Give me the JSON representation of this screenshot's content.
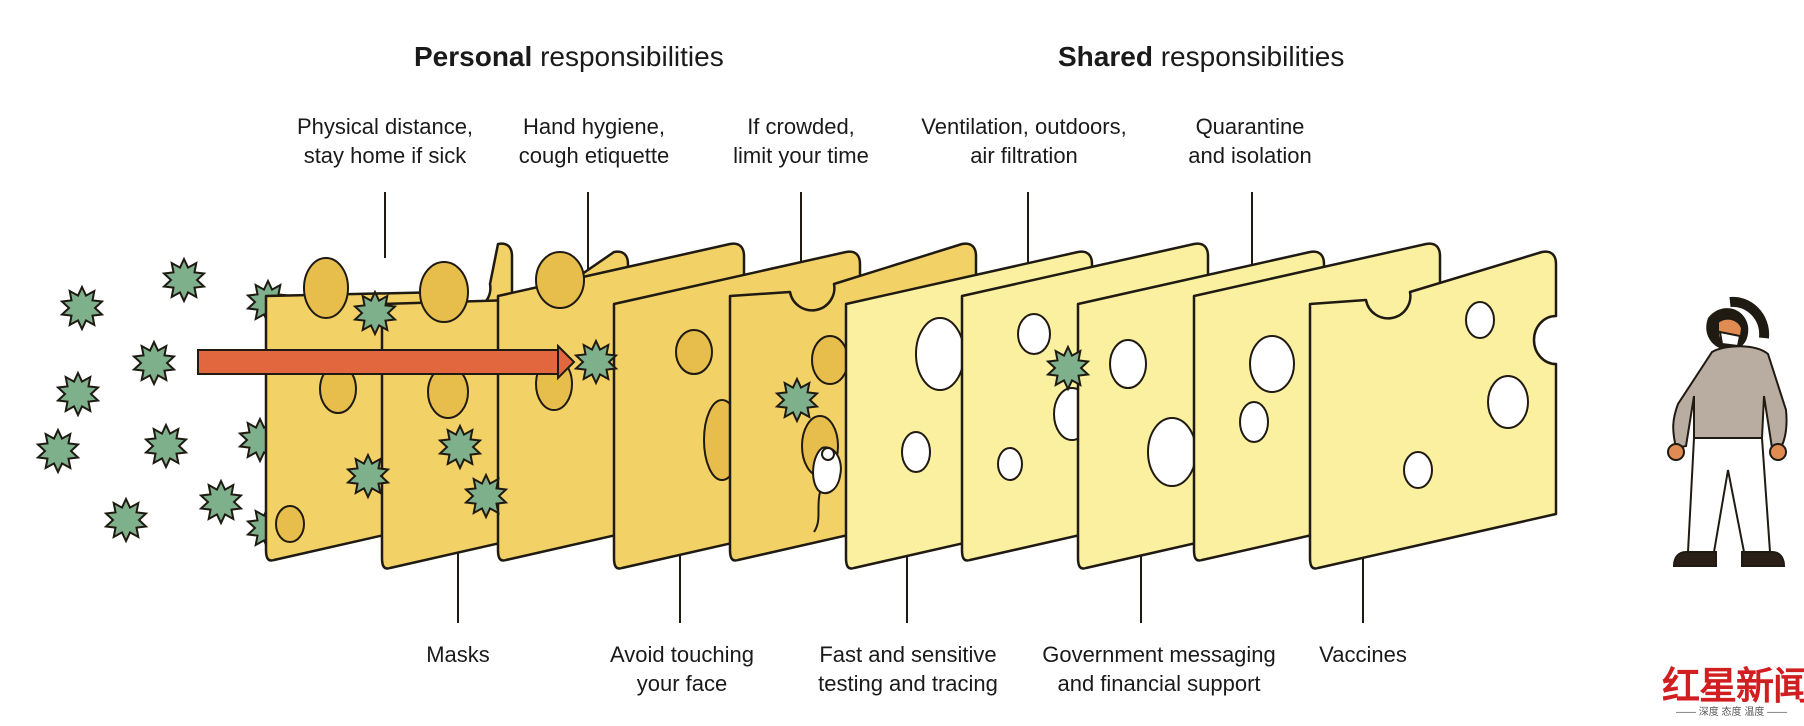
{
  "headings": {
    "personal": {
      "bold": "Personal",
      "rest": "responsibilities"
    },
    "shared": {
      "bold": "Shared",
      "rest": "responsibilities"
    }
  },
  "top_labels": [
    {
      "line1": "Physical distance,",
      "line2": "stay home if sick"
    },
    {
      "line1": "Hand hygiene,",
      "line2": "cough etiquette"
    },
    {
      "line1": "If crowded,",
      "line2": "limit your time"
    },
    {
      "line1": "Ventilation, outdoors,",
      "line2": "air filtration"
    },
    {
      "line1": "Quarantine",
      "line2": "and isolation"
    }
  ],
  "bottom_labels": [
    {
      "line1": "Masks",
      "line2": ""
    },
    {
      "line1": "Avoid touching",
      "line2": "your face"
    },
    {
      "line1": "Fast and sensitive",
      "line2": "testing and tracing"
    },
    {
      "line1": "Government messaging",
      "line2": "and financial support"
    },
    {
      "line1": "Vaccines",
      "line2": ""
    }
  ],
  "brand": {
    "name": "红星新闻",
    "tagline": "—— 深度 态度 温度 ——"
  },
  "colors": {
    "slice_dark": "#f2d167",
    "slice_light": "#faf0a0",
    "virus": "#7fb08c",
    "arrow": "#e2673f",
    "outline": "#1f1a12"
  }
}
